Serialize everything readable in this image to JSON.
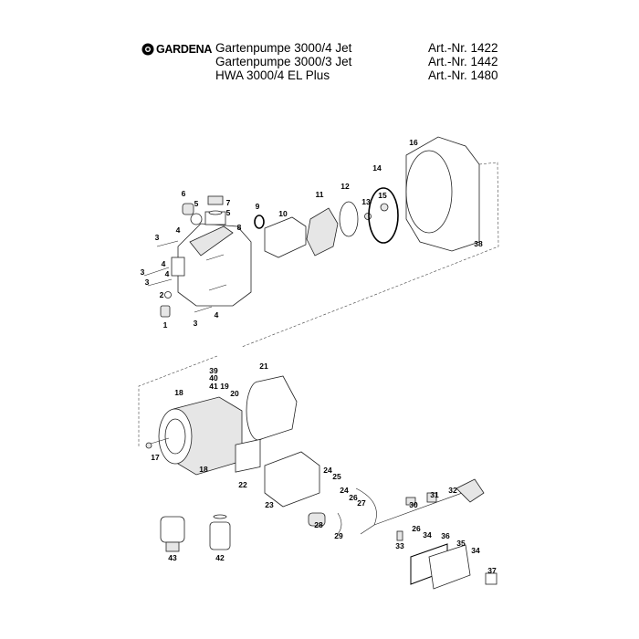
{
  "header": {
    "brand": "GARDENA",
    "products": [
      {
        "name": "Gartenpumpe 3000/4 Jet",
        "art": "Art.-Nr. 1422"
      },
      {
        "name": "Gartenpumpe 3000/3 Jet",
        "art": "Art.-Nr. 1442"
      },
      {
        "name": "HWA 3000/4 EL Plus",
        "art": "Art.-Nr. 1480"
      }
    ]
  },
  "parts": {
    "p1": "1",
    "p2": "2",
    "p3a": "3",
    "p3b": "3",
    "p3c": "3",
    "p3d": "3",
    "p4a": "4",
    "p4b": "4",
    "p4c": "4",
    "p4d": "4",
    "p5a": "5",
    "p5b": "5",
    "p6": "6",
    "p7": "7",
    "p8": "8",
    "p9": "9",
    "p10": "10",
    "p11": "11",
    "p12": "12",
    "p13": "13",
    "p14": "14",
    "p15": "15",
    "p16": "16",
    "p17": "17",
    "p18a": "18",
    "p18b": "18",
    "p19": "19",
    "p20": "20",
    "p21": "21",
    "p22": "22",
    "p23": "23",
    "p24a": "24",
    "p24b": "24",
    "p25": "25",
    "p26a": "26",
    "p26b": "26",
    "p27": "27",
    "p28": "28",
    "p29": "29",
    "p30": "30",
    "p31": "31",
    "p32": "32",
    "p33": "33",
    "p34a": "34",
    "p34b": "34",
    "p35": "35",
    "p36": "36",
    "p37": "37",
    "p38": "38",
    "p39": "39",
    "p40": "40",
    "p41": "41",
    "p42": "42",
    "p43": "43"
  }
}
